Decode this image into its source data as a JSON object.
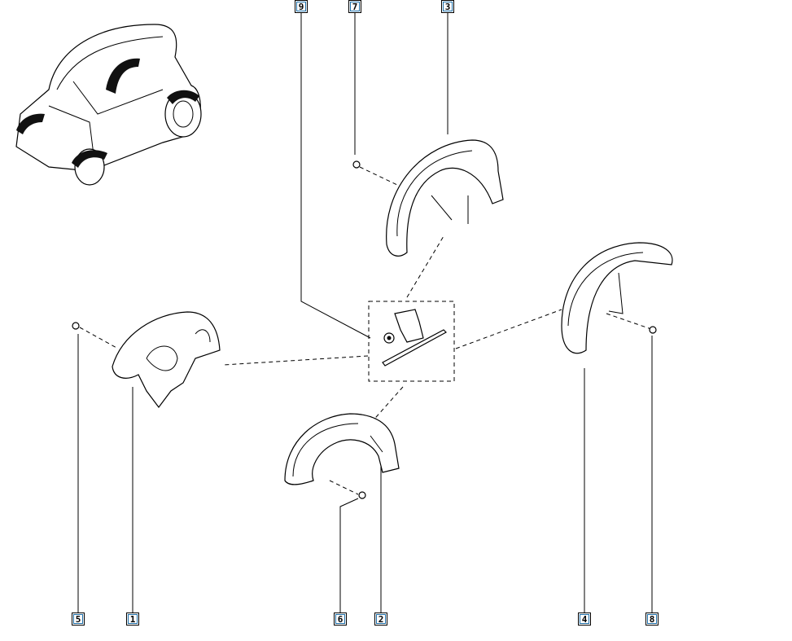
{
  "callouts": {
    "c1": "1",
    "c2": "2",
    "c3": "3",
    "c4": "4",
    "c5": "5",
    "c6": "6",
    "c7": "7",
    "c8": "8",
    "c9": "9"
  },
  "colors": {
    "callout_border": "#1f6fa8",
    "line": "#000000"
  }
}
